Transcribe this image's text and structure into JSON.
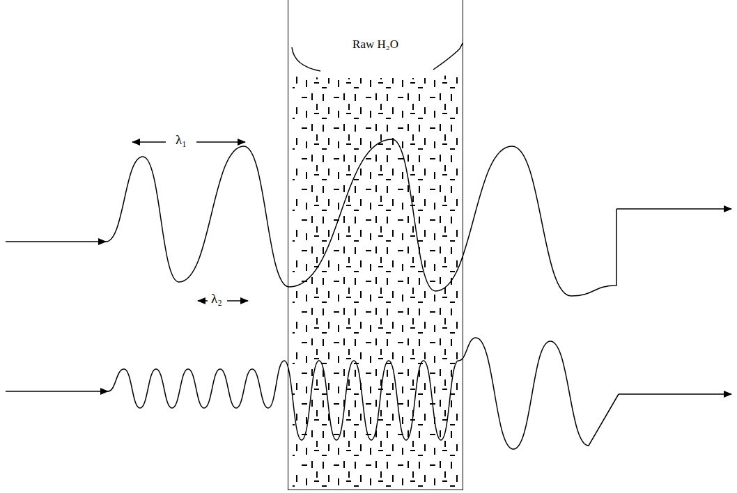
{
  "diagram": {
    "nodes": [
      {
        "text": [
          "Raw H₂O"
        ]
      }
    ],
    "labels": [
      "λ₁",
      "λ₂"
    ]
  }
}
